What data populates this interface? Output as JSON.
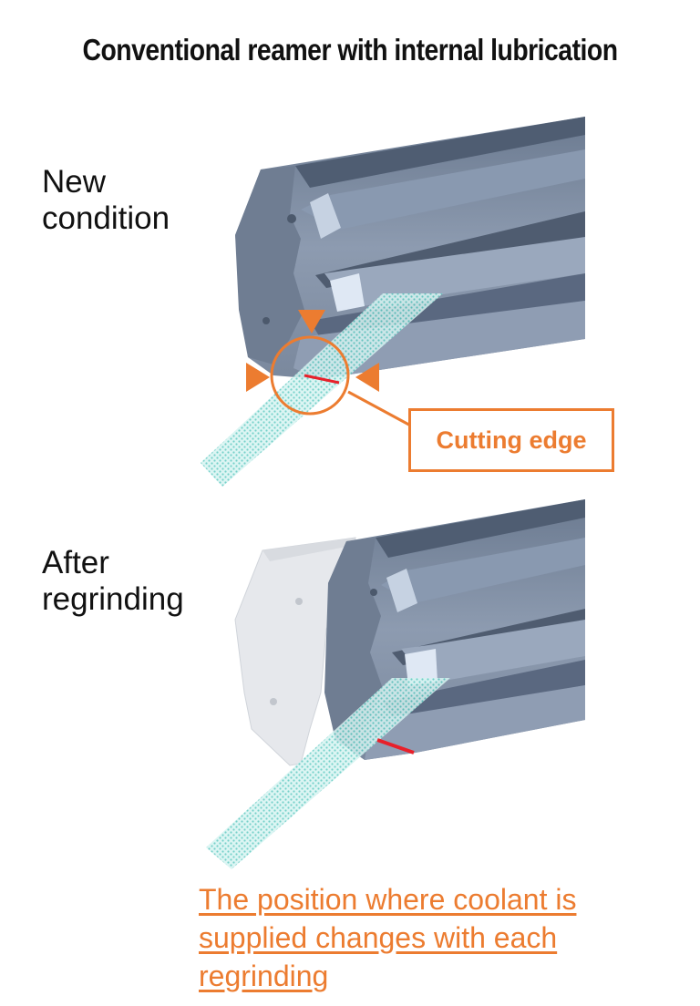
{
  "title": "Conventional reamer with internal lubrication",
  "states": {
    "new": "New\ncondition",
    "after": "After\nregrinding"
  },
  "callout": "Cutting edge",
  "note": "The position where coolant is supplied changes with each regrinding",
  "colors": {
    "accent": "#ec7c30",
    "tool_body": "#7f8fa6",
    "tool_dark": "#5d6c82",
    "coolant": "#7fd6d0",
    "cutting_edge": "#e8202a",
    "ground_off": "#e6e8ec"
  }
}
